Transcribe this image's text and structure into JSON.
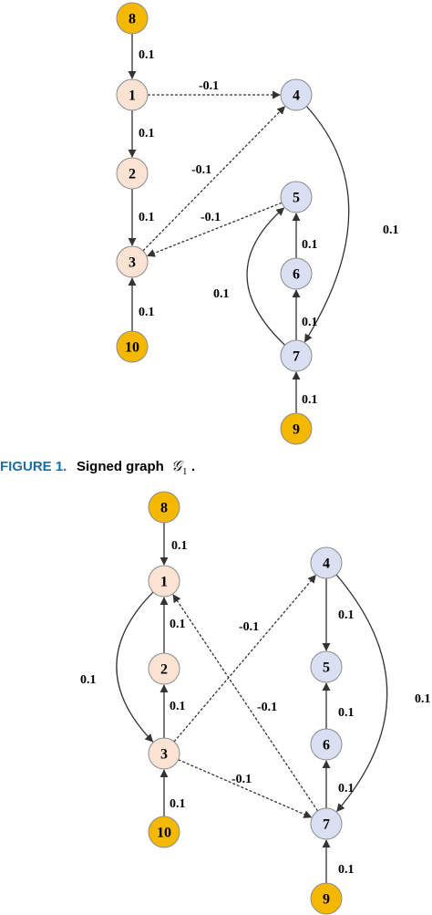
{
  "colors": {
    "orange": "#f5b800",
    "peach": "#fbe3d4",
    "lavender": "#d9e0f1",
    "stroke": "#8a8a8a",
    "edge": "#333333",
    "caption_label": "#1a6fa0"
  },
  "figure1": {
    "caption": {
      "label": "FIGURE 1.",
      "text": "Signed graph",
      "math": "𝒢",
      "subscript": "1",
      "end": "."
    },
    "nodes": [
      {
        "id": "8",
        "label": "8",
        "color": "orange"
      },
      {
        "id": "1",
        "label": "1",
        "color": "peach"
      },
      {
        "id": "2",
        "label": "2",
        "color": "peach"
      },
      {
        "id": "3",
        "label": "3",
        "color": "peach"
      },
      {
        "id": "10",
        "label": "10",
        "color": "orange"
      },
      {
        "id": "4",
        "label": "4",
        "color": "lavender"
      },
      {
        "id": "5",
        "label": "5",
        "color": "lavender"
      },
      {
        "id": "6",
        "label": "6",
        "color": "lavender"
      },
      {
        "id": "7",
        "label": "7",
        "color": "lavender"
      },
      {
        "id": "9",
        "label": "9",
        "color": "orange"
      }
    ],
    "edges": [
      {
        "from": "8",
        "to": "1",
        "weight": "0.1",
        "style": "solid"
      },
      {
        "from": "1",
        "to": "2",
        "weight": "0.1",
        "style": "solid"
      },
      {
        "from": "2",
        "to": "3",
        "weight": "0.1",
        "style": "solid"
      },
      {
        "from": "10",
        "to": "3",
        "weight": "0.1",
        "style": "solid"
      },
      {
        "from": "1",
        "to": "4",
        "weight": "-0.1",
        "style": "dashed"
      },
      {
        "from": "3",
        "to": "4",
        "weight": "-0.1",
        "style": "dashed"
      },
      {
        "from": "5",
        "to": "3",
        "weight": "-0.1",
        "style": "dashed"
      },
      {
        "from": "4",
        "to": "7",
        "weight": "0.1",
        "style": "solid"
      },
      {
        "from": "6",
        "to": "5",
        "weight": "0.1",
        "style": "solid"
      },
      {
        "from": "7",
        "to": "6",
        "weight": "0.1",
        "style": "solid"
      },
      {
        "from": "7",
        "to": "5",
        "weight": "0.1",
        "style": "solid"
      },
      {
        "from": "9",
        "to": "7",
        "weight": "0.1",
        "style": "solid"
      }
    ]
  },
  "figure2": {
    "nodes": [
      {
        "id": "8",
        "label": "8",
        "color": "orange"
      },
      {
        "id": "1",
        "label": "1",
        "color": "peach"
      },
      {
        "id": "2",
        "label": "2",
        "color": "peach"
      },
      {
        "id": "3",
        "label": "3",
        "color": "peach"
      },
      {
        "id": "10",
        "label": "10",
        "color": "orange"
      },
      {
        "id": "4",
        "label": "4",
        "color": "lavender"
      },
      {
        "id": "5",
        "label": "5",
        "color": "lavender"
      },
      {
        "id": "6",
        "label": "6",
        "color": "lavender"
      },
      {
        "id": "7",
        "label": "7",
        "color": "lavender"
      },
      {
        "id": "9",
        "label": "9",
        "color": "orange"
      }
    ],
    "edges": [
      {
        "from": "8",
        "to": "1",
        "weight": "0.1",
        "style": "solid"
      },
      {
        "from": "2",
        "to": "1",
        "weight": "0.1",
        "style": "solid"
      },
      {
        "from": "3",
        "to": "2",
        "weight": "0.1",
        "style": "solid"
      },
      {
        "from": "10",
        "to": "3",
        "weight": "0.1",
        "style": "solid"
      },
      {
        "from": "1",
        "to": "3",
        "weight": "0.1",
        "style": "solid"
      },
      {
        "from": "3",
        "to": "4",
        "weight": "-0.1",
        "style": "dashed"
      },
      {
        "from": "7",
        "to": "1",
        "weight": "-0.1",
        "style": "dashed"
      },
      {
        "from": "3",
        "to": "7",
        "weight": "-0.1",
        "style": "dashed"
      },
      {
        "from": "4",
        "to": "5",
        "weight": "0.1",
        "style": "solid"
      },
      {
        "from": "6",
        "to": "5",
        "weight": "0.1",
        "style": "solid"
      },
      {
        "from": "7",
        "to": "6",
        "weight": "0.1",
        "style": "solid"
      },
      {
        "from": "4",
        "to": "7",
        "weight": "0.1",
        "style": "solid"
      },
      {
        "from": "9",
        "to": "7",
        "weight": "0.1",
        "style": "solid"
      }
    ]
  }
}
